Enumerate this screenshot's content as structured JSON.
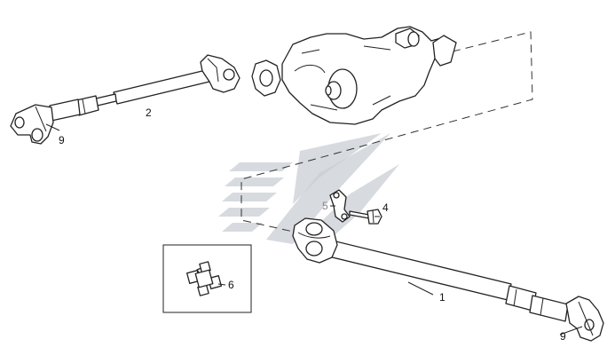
{
  "labels": {
    "part_1": "1",
    "part_2": "2",
    "part_4": "4",
    "part_5": "5",
    "part_6": "6",
    "part_9_left": "9",
    "part_9_right": "9"
  },
  "colors": {
    "line": "#222222",
    "watermark": "#c9ced3",
    "background": "#ffffff"
  }
}
